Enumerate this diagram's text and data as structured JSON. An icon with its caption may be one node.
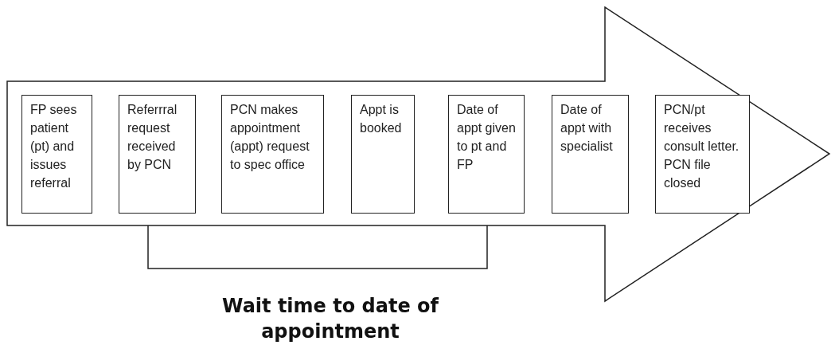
{
  "diagram": {
    "nodes": [
      {
        "text": [],
        "shape": "arrow"
      },
      {
        "text": [
          "FP sees patient (pt) and issues referral"
        ],
        "in": 0
      },
      {
        "text": [
          "Referrral request received by PCN"
        ],
        "in": 0
      },
      {
        "text": [
          "PCN makes appointment (appt) request to spec office"
        ],
        "in": 0
      },
      {
        "text": [
          "Appt is booked"
        ],
        "in": 0
      },
      {
        "text": [
          "Date of appt given to pt and FP"
        ],
        "in": 0
      },
      {
        "text": [
          "Date of appt with specialist"
        ],
        "in": 0
      },
      {
        "text": [
          "PCN/pt receives consult letter. PCN file closed"
        ],
        "in": 0
      }
    ],
    "edges": [],
    "labels": [
      "Wait time to date of appointment"
    ]
  }
}
